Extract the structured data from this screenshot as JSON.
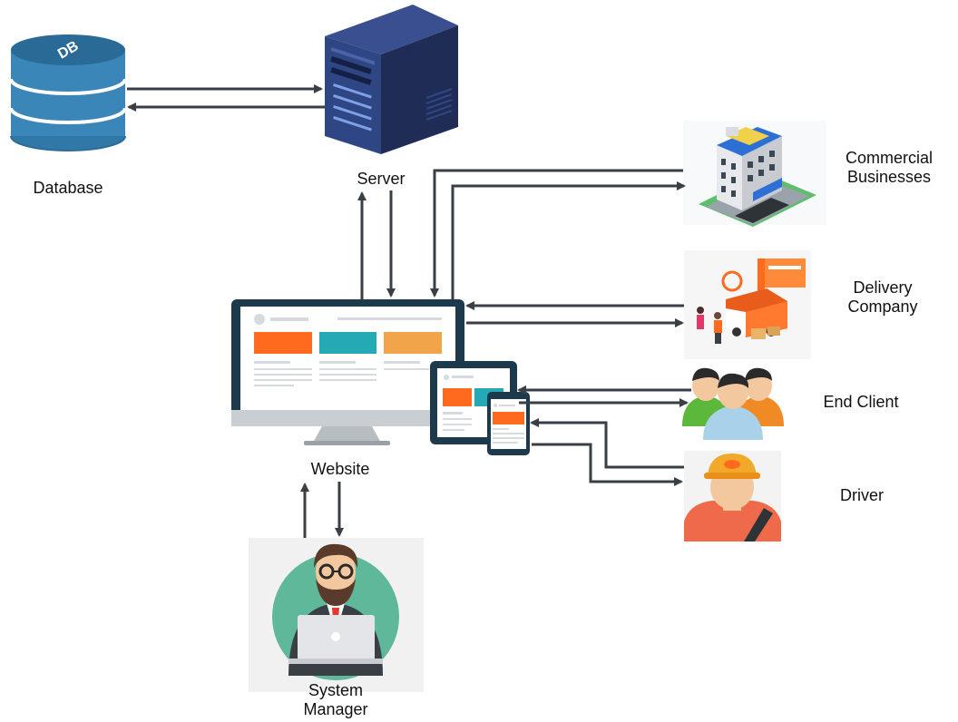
{
  "labels": {
    "database": "Database",
    "server": "Server",
    "website": "Website",
    "commercial": [
      "Commercial",
      "Businesses"
    ],
    "delivery": [
      "Delivery",
      "Company"
    ],
    "end_client": "End Client",
    "driver": "Driver",
    "system_manager": [
      "System",
      "Manager"
    ]
  },
  "icons": {
    "database": "database-icon",
    "server": "server-icon",
    "website": "monitor-tablet-phone-icon",
    "commercial": "office-building-icon",
    "delivery": "delivery-truck-icon",
    "end_client": "user-group-icon",
    "driver": "courier-person-icon",
    "system_manager": "manager-with-laptop-icon"
  },
  "db_text": "DB",
  "colors": {
    "arrow": "#3a3f45",
    "db_blue": "#2f78a8",
    "server_navy": "#2b3a6e",
    "orange": "#ff6a1f",
    "teal": "#24aab5",
    "amber": "#f2a44a"
  }
}
